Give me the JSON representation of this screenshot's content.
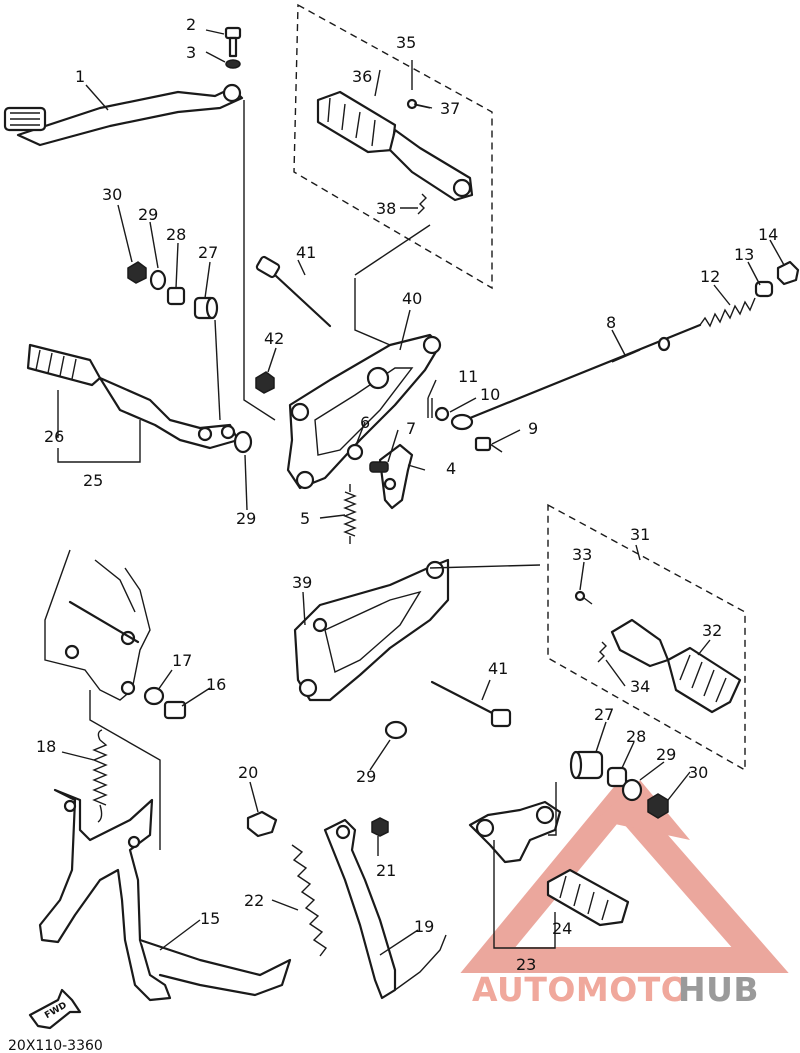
{
  "diagram_code": "20X110-3360",
  "direction_label": "FWD",
  "watermark": {
    "part1": "AUTOMOTO",
    "part2": "HUB",
    "color1": "#f0a89c",
    "color2": "#9a9a9a",
    "logo_color": "#e8988c"
  },
  "callouts": {
    "c1": "1",
    "c2": "2",
    "c3": "3",
    "c4": "4",
    "c5": "5",
    "c6": "6",
    "c7": "7",
    "c8": "8",
    "c9": "9",
    "c10": "10",
    "c11": "11",
    "c12": "12",
    "c13": "13",
    "c14": "14",
    "c15": "15",
    "c16": "16",
    "c17": "17",
    "c18": "18",
    "c19": "19",
    "c20": "20",
    "c21": "21",
    "c22": "22",
    "c23": "23",
    "c24": "24",
    "c25": "25",
    "c26": "26",
    "c27a": "27",
    "c27b": "27",
    "c28a": "28",
    "c28b": "28",
    "c29a": "29",
    "c29b": "29",
    "c29c": "29",
    "c29d": "29",
    "c30a": "30",
    "c30b": "30",
    "c31": "31",
    "c32": "32",
    "c33": "33",
    "c34": "34",
    "c35": "35",
    "c36": "36",
    "c37": "37",
    "c38": "38",
    "c39": "39",
    "c40": "40",
    "c41a": "41",
    "c41b": "41",
    "c42": "42"
  }
}
